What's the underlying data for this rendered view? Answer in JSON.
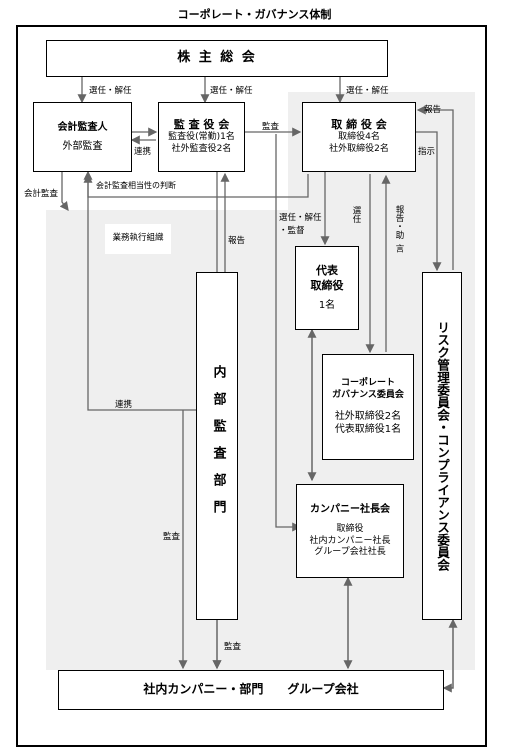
{
  "title": "コーポレート・ガバナンス体制",
  "boxes": {
    "shareholders": "株 主 総 会",
    "auditor": {
      "title": "会計監査人",
      "sub": "外部監査"
    },
    "audit_board": {
      "title": "監 査 役 会",
      "line1": "監査役(常勤)1名",
      "line2": "社外監査役2名"
    },
    "board": {
      "title": "取 締 役 会",
      "line1": "取締役4名",
      "line2": "社外取締役2名"
    },
    "exec_area_label": "業務執行組織",
    "rep_director": {
      "line1": "代表",
      "line2": "取締役",
      "line3": "1名"
    },
    "cg_committee": {
      "line1": "コーポレート",
      "line2": "ガバナンス委員会",
      "line3": "社外取締役2名",
      "line4": "代表取締役1名"
    },
    "company_presidents": {
      "title": "カンパニー社長会",
      "line1": "取締役",
      "line2": "社内カンパニー社長",
      "line3": "グループ会社社長"
    },
    "internal_audit": "内部監査部門",
    "risk_committee": "リスク管理委員会・コンプライアンス委員会",
    "bottom": {
      "left": "社内カンパニー・部門",
      "right": "グループ会社"
    }
  },
  "labels": {
    "elect1": "選任・解任",
    "elect2": "選任・解任",
    "elect3": "選任・解任",
    "coop1": "連携",
    "coop2": "連携",
    "audit_top": "監査",
    "acct_audit": "会計監査",
    "acct_judgment": "会計監査相当性の判断",
    "report_ia": "報告",
    "elect_supervise_1": "選任・解任",
    "elect_supervise_2": "・監督",
    "select": "選任",
    "report_advice_1": "報告・助",
    "report_advice_2": "言",
    "report_risk": "報告",
    "instruct": "指示",
    "audit_left": "監査",
    "audit_bottom": "監査"
  }
}
